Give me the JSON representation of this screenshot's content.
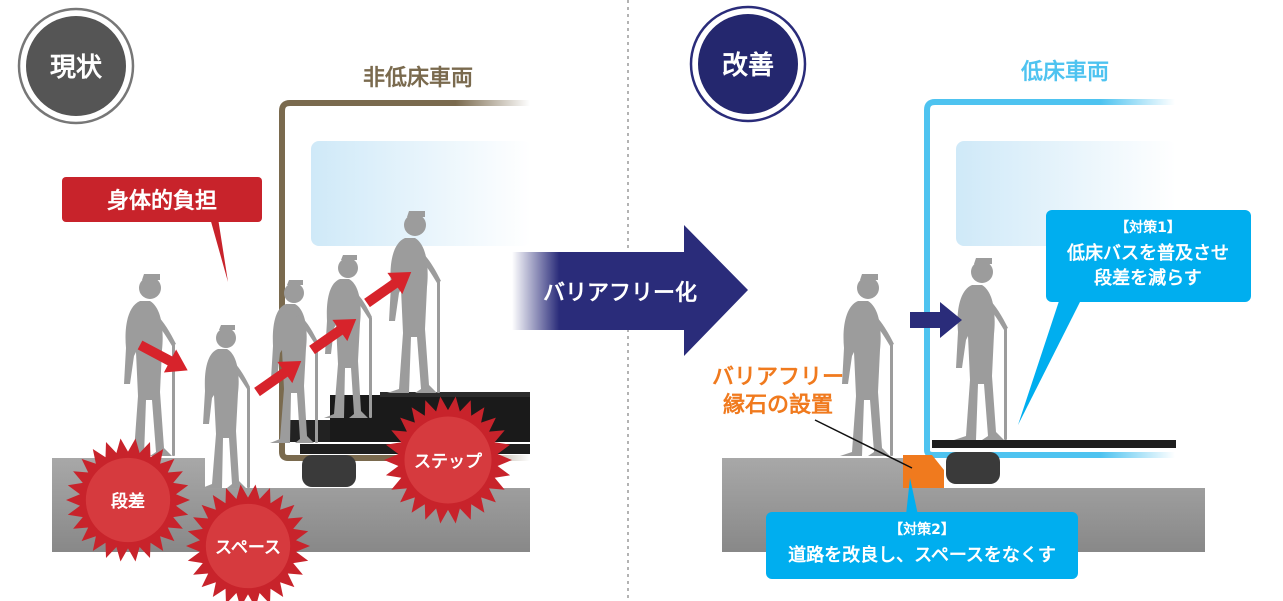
{
  "before": {
    "badge": "現状",
    "vehicle_label": "非低床車両",
    "burden_label": "身体的負担",
    "problems": [
      "段差",
      "スペース",
      "ステップ"
    ]
  },
  "transition": {
    "label": "バリアフリー化"
  },
  "after": {
    "badge": "改善",
    "vehicle_label": "低床車両",
    "curb_label_line1": "バリアフリー",
    "curb_label_line2": "縁石の設置",
    "measure1_line1": "【対策1】",
    "measure1_line2": "低床バスを普及させ",
    "measure1_line3": "段差を減らす",
    "measure2_line1": "【対策2】",
    "measure2_line2": "道路を改良し、スペースをなくす"
  },
  "colors": {
    "before_badge": "#555555",
    "after_badge": "#24276e",
    "before_vehicle": "#7a6a4e",
    "after_vehicle": "#4ec3f0",
    "burden_red": "#c8232b",
    "arrow_navy": "#2a2c7a",
    "callout_blue": "#00aeef",
    "curb_orange": "#f07a1e",
    "figure_gray": "#9c9c9c",
    "ground_gray": "#9a9a9a"
  }
}
